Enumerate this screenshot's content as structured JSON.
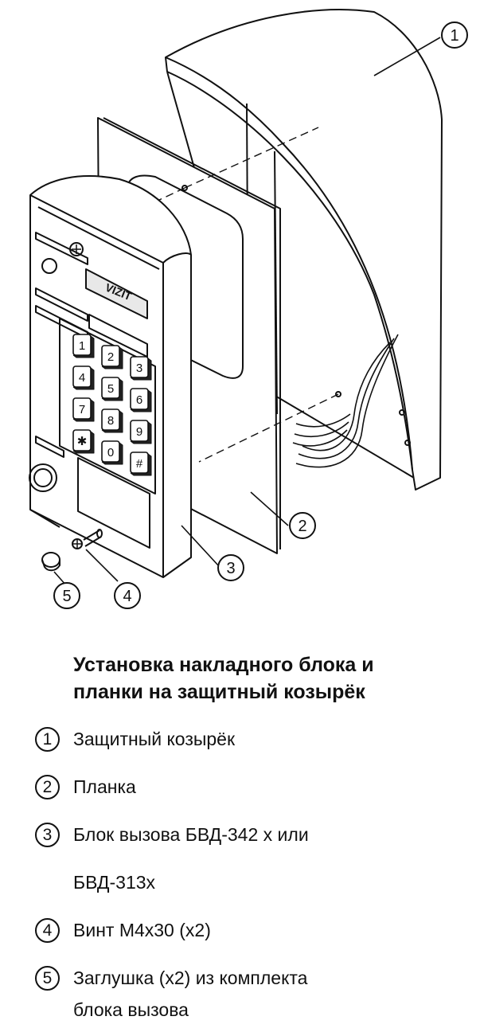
{
  "diagram": {
    "callouts": [
      "1",
      "2",
      "3",
      "4",
      "5"
    ],
    "brand_label": "VIZIT",
    "keypad_keys": [
      "1",
      "2",
      "3",
      "4",
      "5",
      "6",
      "7",
      "8",
      "9",
      "✱",
      "0",
      "#"
    ]
  },
  "title_lines": [
    "Установка накладного блока и",
    "планки на защитный козырёк"
  ],
  "legend": [
    {
      "num": "1",
      "text": "Защитный козырёк"
    },
    {
      "num": "2",
      "text": "Планка"
    },
    {
      "num": "3",
      "text": "Блок вызова  БВД-342 х  или",
      "text2": "БВД-313х"
    },
    {
      "num": "4",
      "text": "Винт М4х30 (х2)"
    },
    {
      "num": "5",
      "text": "Заглушка (х2) из комплекта",
      "text2": "блока вызова"
    }
  ]
}
